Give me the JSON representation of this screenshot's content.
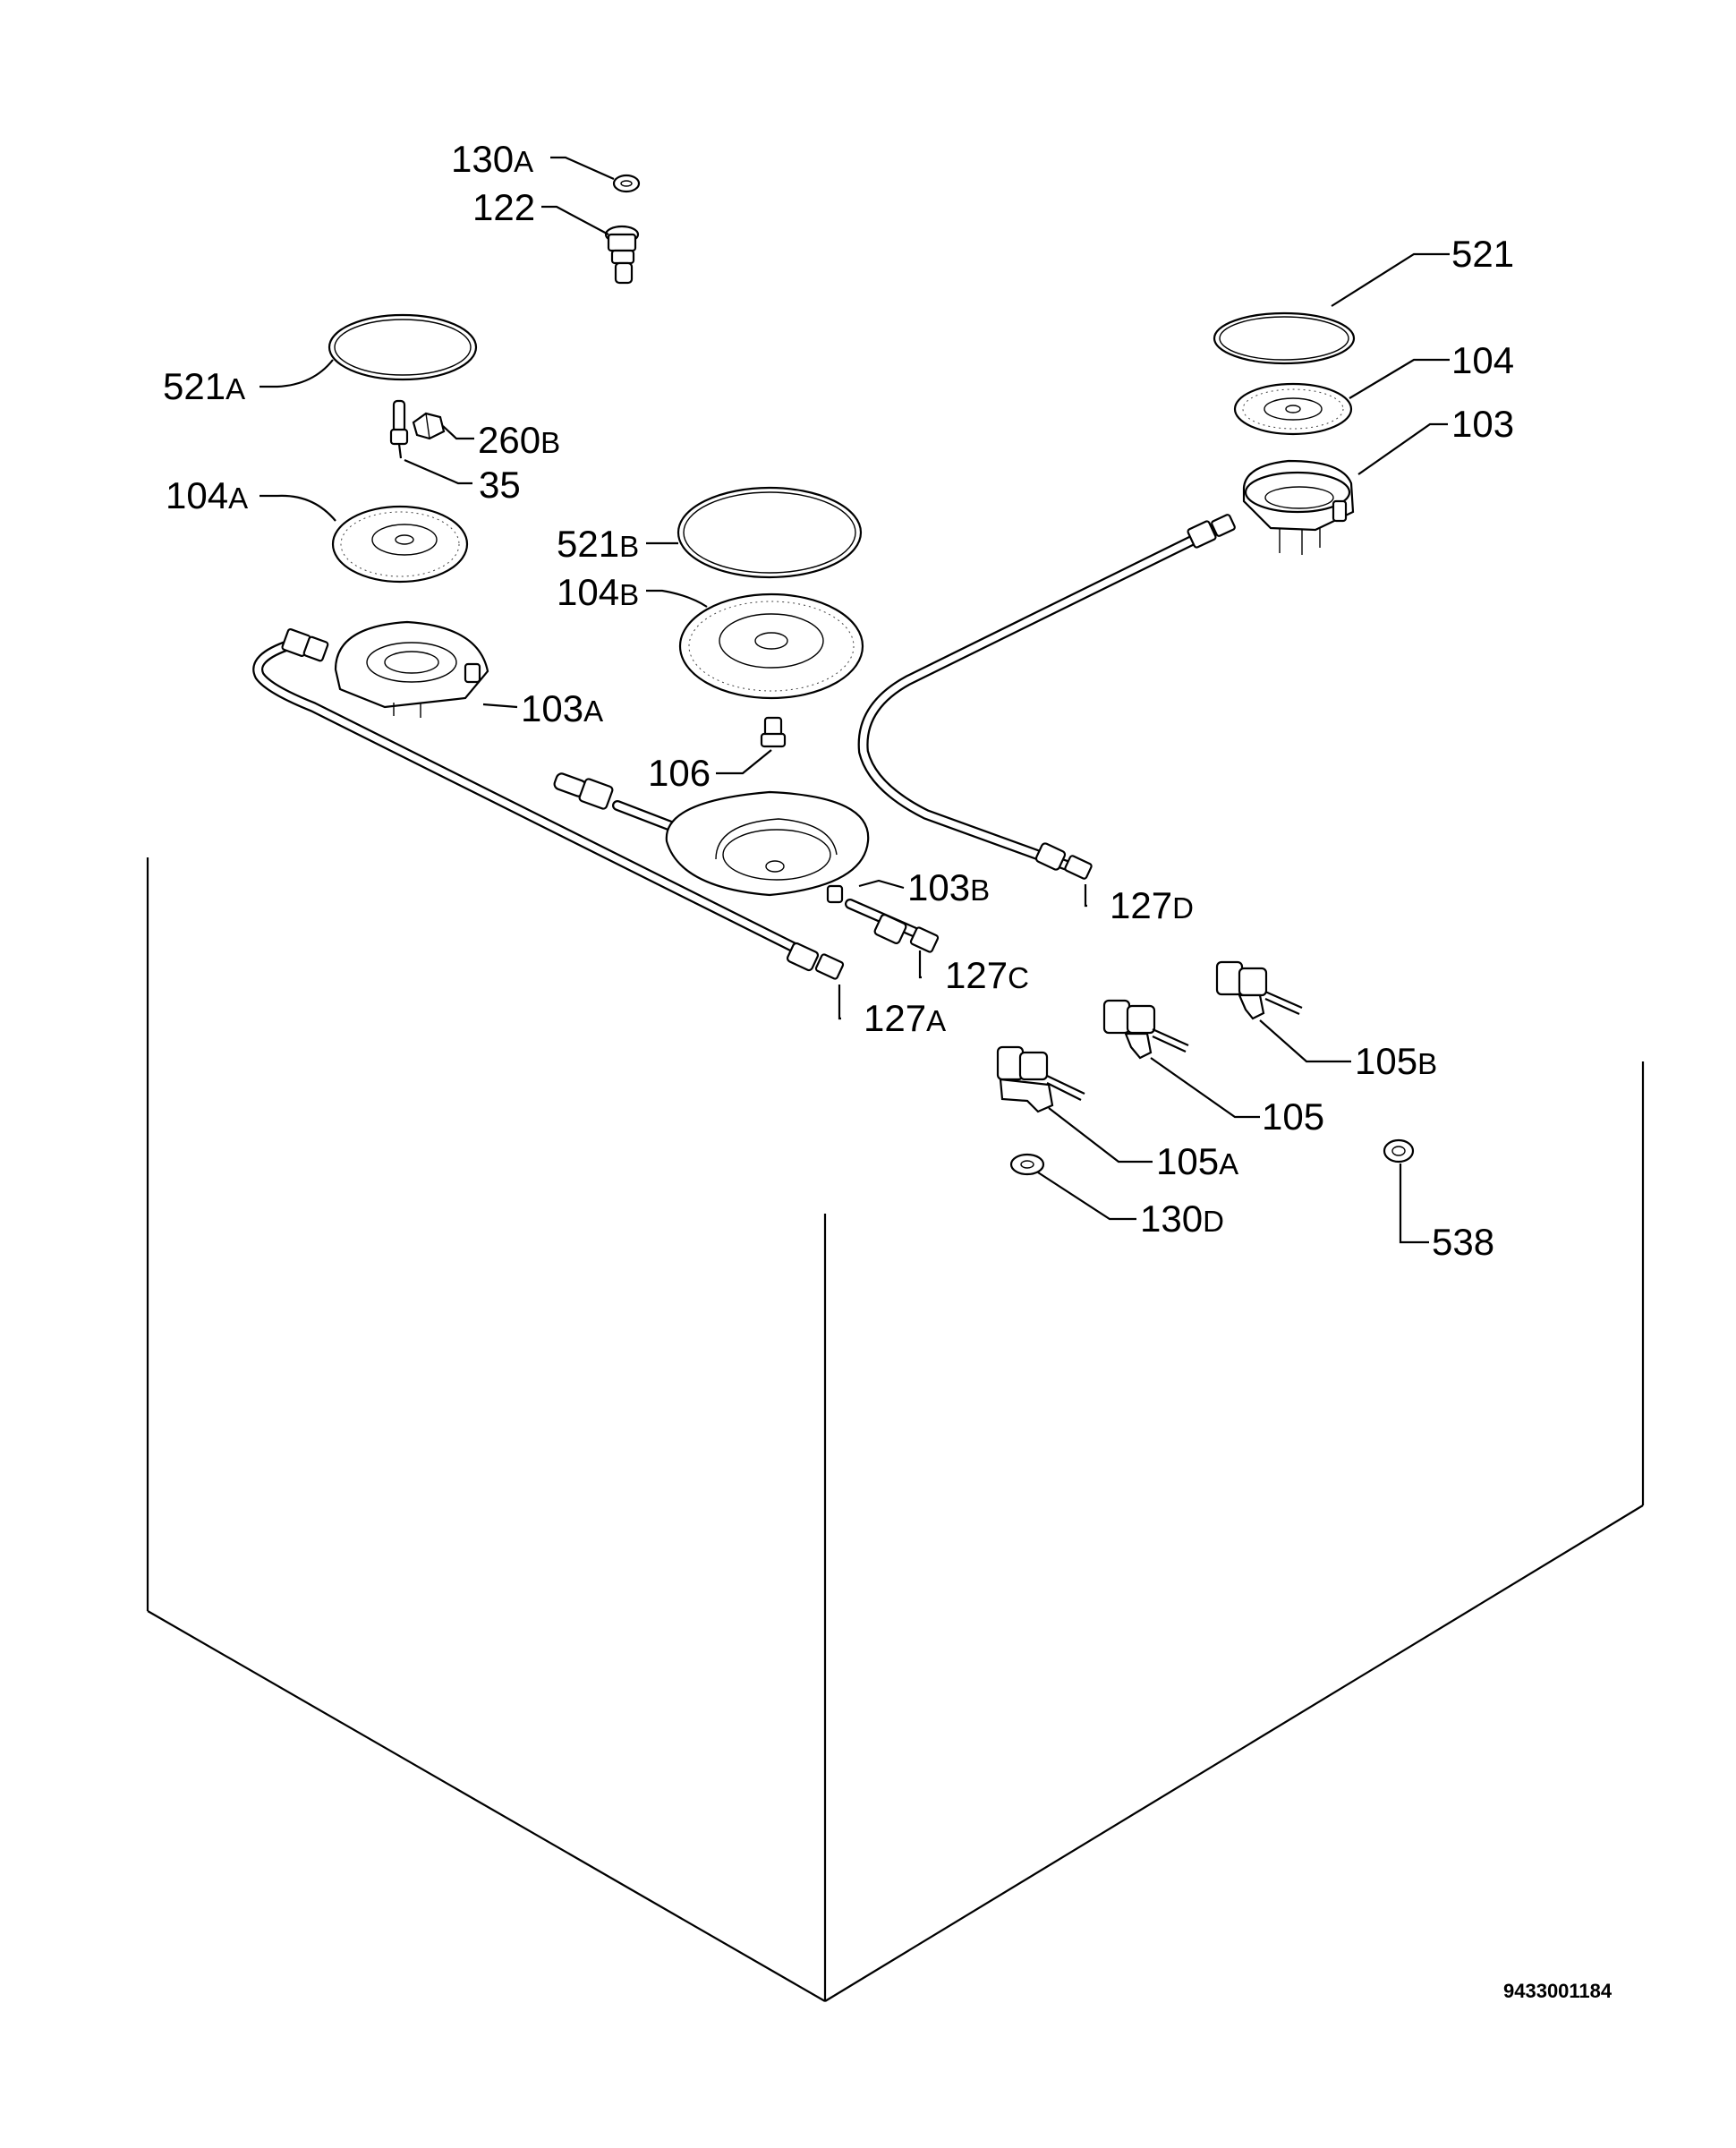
{
  "labels": {
    "p130a": {
      "num": "130",
      "sfx": "A"
    },
    "p122": {
      "num": "122",
      "sfx": ""
    },
    "p521": {
      "num": "521",
      "sfx": ""
    },
    "p521a": {
      "num": "521",
      "sfx": "A"
    },
    "p260b": {
      "num": "260",
      "sfx": "B"
    },
    "p35": {
      "num": "35",
      "sfx": ""
    },
    "p104": {
      "num": "104",
      "sfx": ""
    },
    "p103": {
      "num": "103",
      "sfx": ""
    },
    "p104a": {
      "num": "104",
      "sfx": "A"
    },
    "p521b": {
      "num": "521",
      "sfx": "B"
    },
    "p104b": {
      "num": "104",
      "sfx": "B"
    },
    "p103a": {
      "num": "103",
      "sfx": "A"
    },
    "p106": {
      "num": "106",
      "sfx": ""
    },
    "p103b": {
      "num": "103",
      "sfx": "B"
    },
    "p127d": {
      "num": "127",
      "sfx": "D"
    },
    "p127c": {
      "num": "127",
      "sfx": "C"
    },
    "p127a": {
      "num": "127",
      "sfx": "A"
    },
    "p105b": {
      "num": "105",
      "sfx": "B"
    },
    "p105": {
      "num": "105",
      "sfx": ""
    },
    "p105a": {
      "num": "105",
      "sfx": "A"
    },
    "p130d": {
      "num": "130",
      "sfx": "D"
    },
    "p538": {
      "num": "538",
      "sfx": ""
    }
  },
  "document_number": "9433001184"
}
